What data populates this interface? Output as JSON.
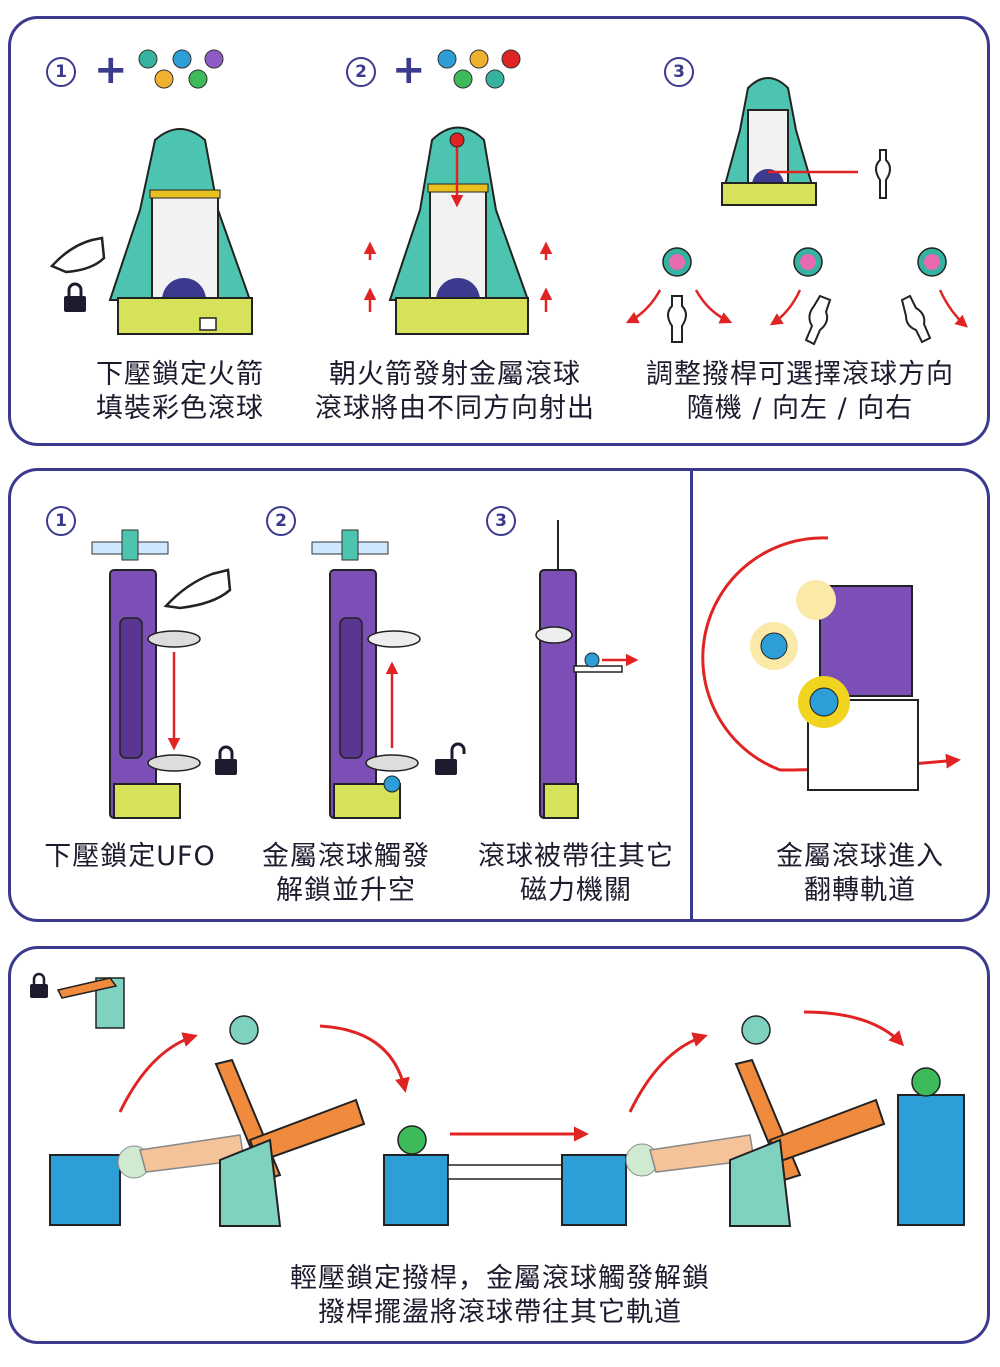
{
  "panel1": {
    "steps": [
      {
        "num": "1",
        "caption_line1": "下壓鎖定火箭",
        "caption_line2": "填裝彩色滾球"
      },
      {
        "num": "2",
        "caption_line1": "朝火箭發射金屬滾球",
        "caption_line2": "滾球將由不同方向射出"
      },
      {
        "num": "3",
        "caption_line1": "調整撥桿可選擇滾球方向",
        "caption_line2": "隨機 / 向左 / 向右"
      }
    ],
    "plus_sign": "+"
  },
  "panel2": {
    "steps": [
      {
        "num": "1",
        "caption_line1": "下壓鎖定UFO",
        "caption_line2": ""
      },
      {
        "num": "2",
        "caption_line1": "金屬滾球觸發",
        "caption_line2": "解鎖並升空"
      },
      {
        "num": "3",
        "caption_line1": "滾球被帶往其它",
        "caption_line2": "磁力機關"
      }
    ],
    "side": {
      "caption_line1": "金屬滾球進入",
      "caption_line2": "翻轉軌道"
    }
  },
  "panel3": {
    "caption_line1": "輕壓鎖定撥桿，金屬滾球觸發解鎖",
    "caption_line2": "撥桿擺盪將滾球帶往其它軌道"
  },
  "colors": {
    "frame": "#3b3a8f",
    "arrow": "#e02424",
    "rocket_body": "#4cc4b0",
    "rocket_base": "#d7e25a",
    "ufo_tower": "#7b4fb5",
    "lever": "#f08a3c",
    "track": "#2e9fd6"
  }
}
